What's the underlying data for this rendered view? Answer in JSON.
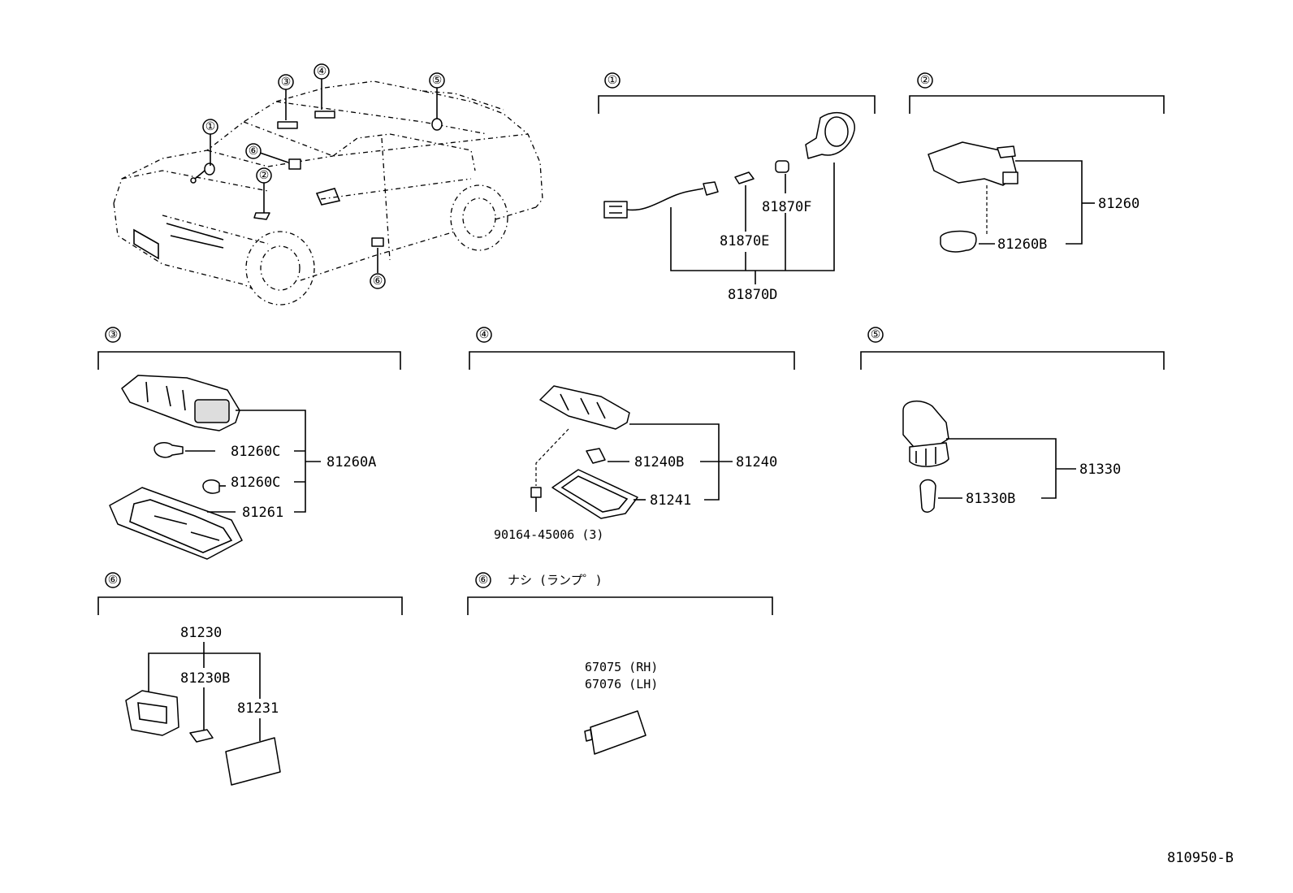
{
  "car_view": {
    "markers": [
      "①",
      "②",
      "③",
      "④",
      "⑤",
      "⑥",
      "⑥"
    ]
  },
  "sections": {
    "s1": {
      "marker": "①",
      "parts": {
        "wire": "81870D",
        "bulb": "81870E",
        "socket": "81870F"
      }
    },
    "s2": {
      "marker": "②",
      "parts": {
        "lamp": "81260",
        "bulb": "81260B"
      }
    },
    "s3": {
      "marker": "③",
      "parts": {
        "assy": "81260A",
        "bulb_a": "81260C",
        "bulb_b": "81260C",
        "lens": "81261"
      }
    },
    "s4": {
      "marker": "④",
      "parts": {
        "assy": "81240",
        "bulb": "81240B",
        "lens": "81241",
        "screw": "90164-45006 (3)"
      }
    },
    "s5": {
      "marker": "⑤",
      "parts": {
        "assy": "81330",
        "bulb": "81330B"
      }
    },
    "s6a": {
      "marker": "⑥",
      "parts": {
        "assy": "81230",
        "bulb": "81230B",
        "lens": "81231"
      }
    },
    "s6b": {
      "marker": "⑥",
      "note": "ナシ (ランプ゜)",
      "parts": {
        "rh": "67075 (RH)",
        "lh": "67076 (LH)"
      }
    }
  },
  "diagram_id": "810950-B"
}
